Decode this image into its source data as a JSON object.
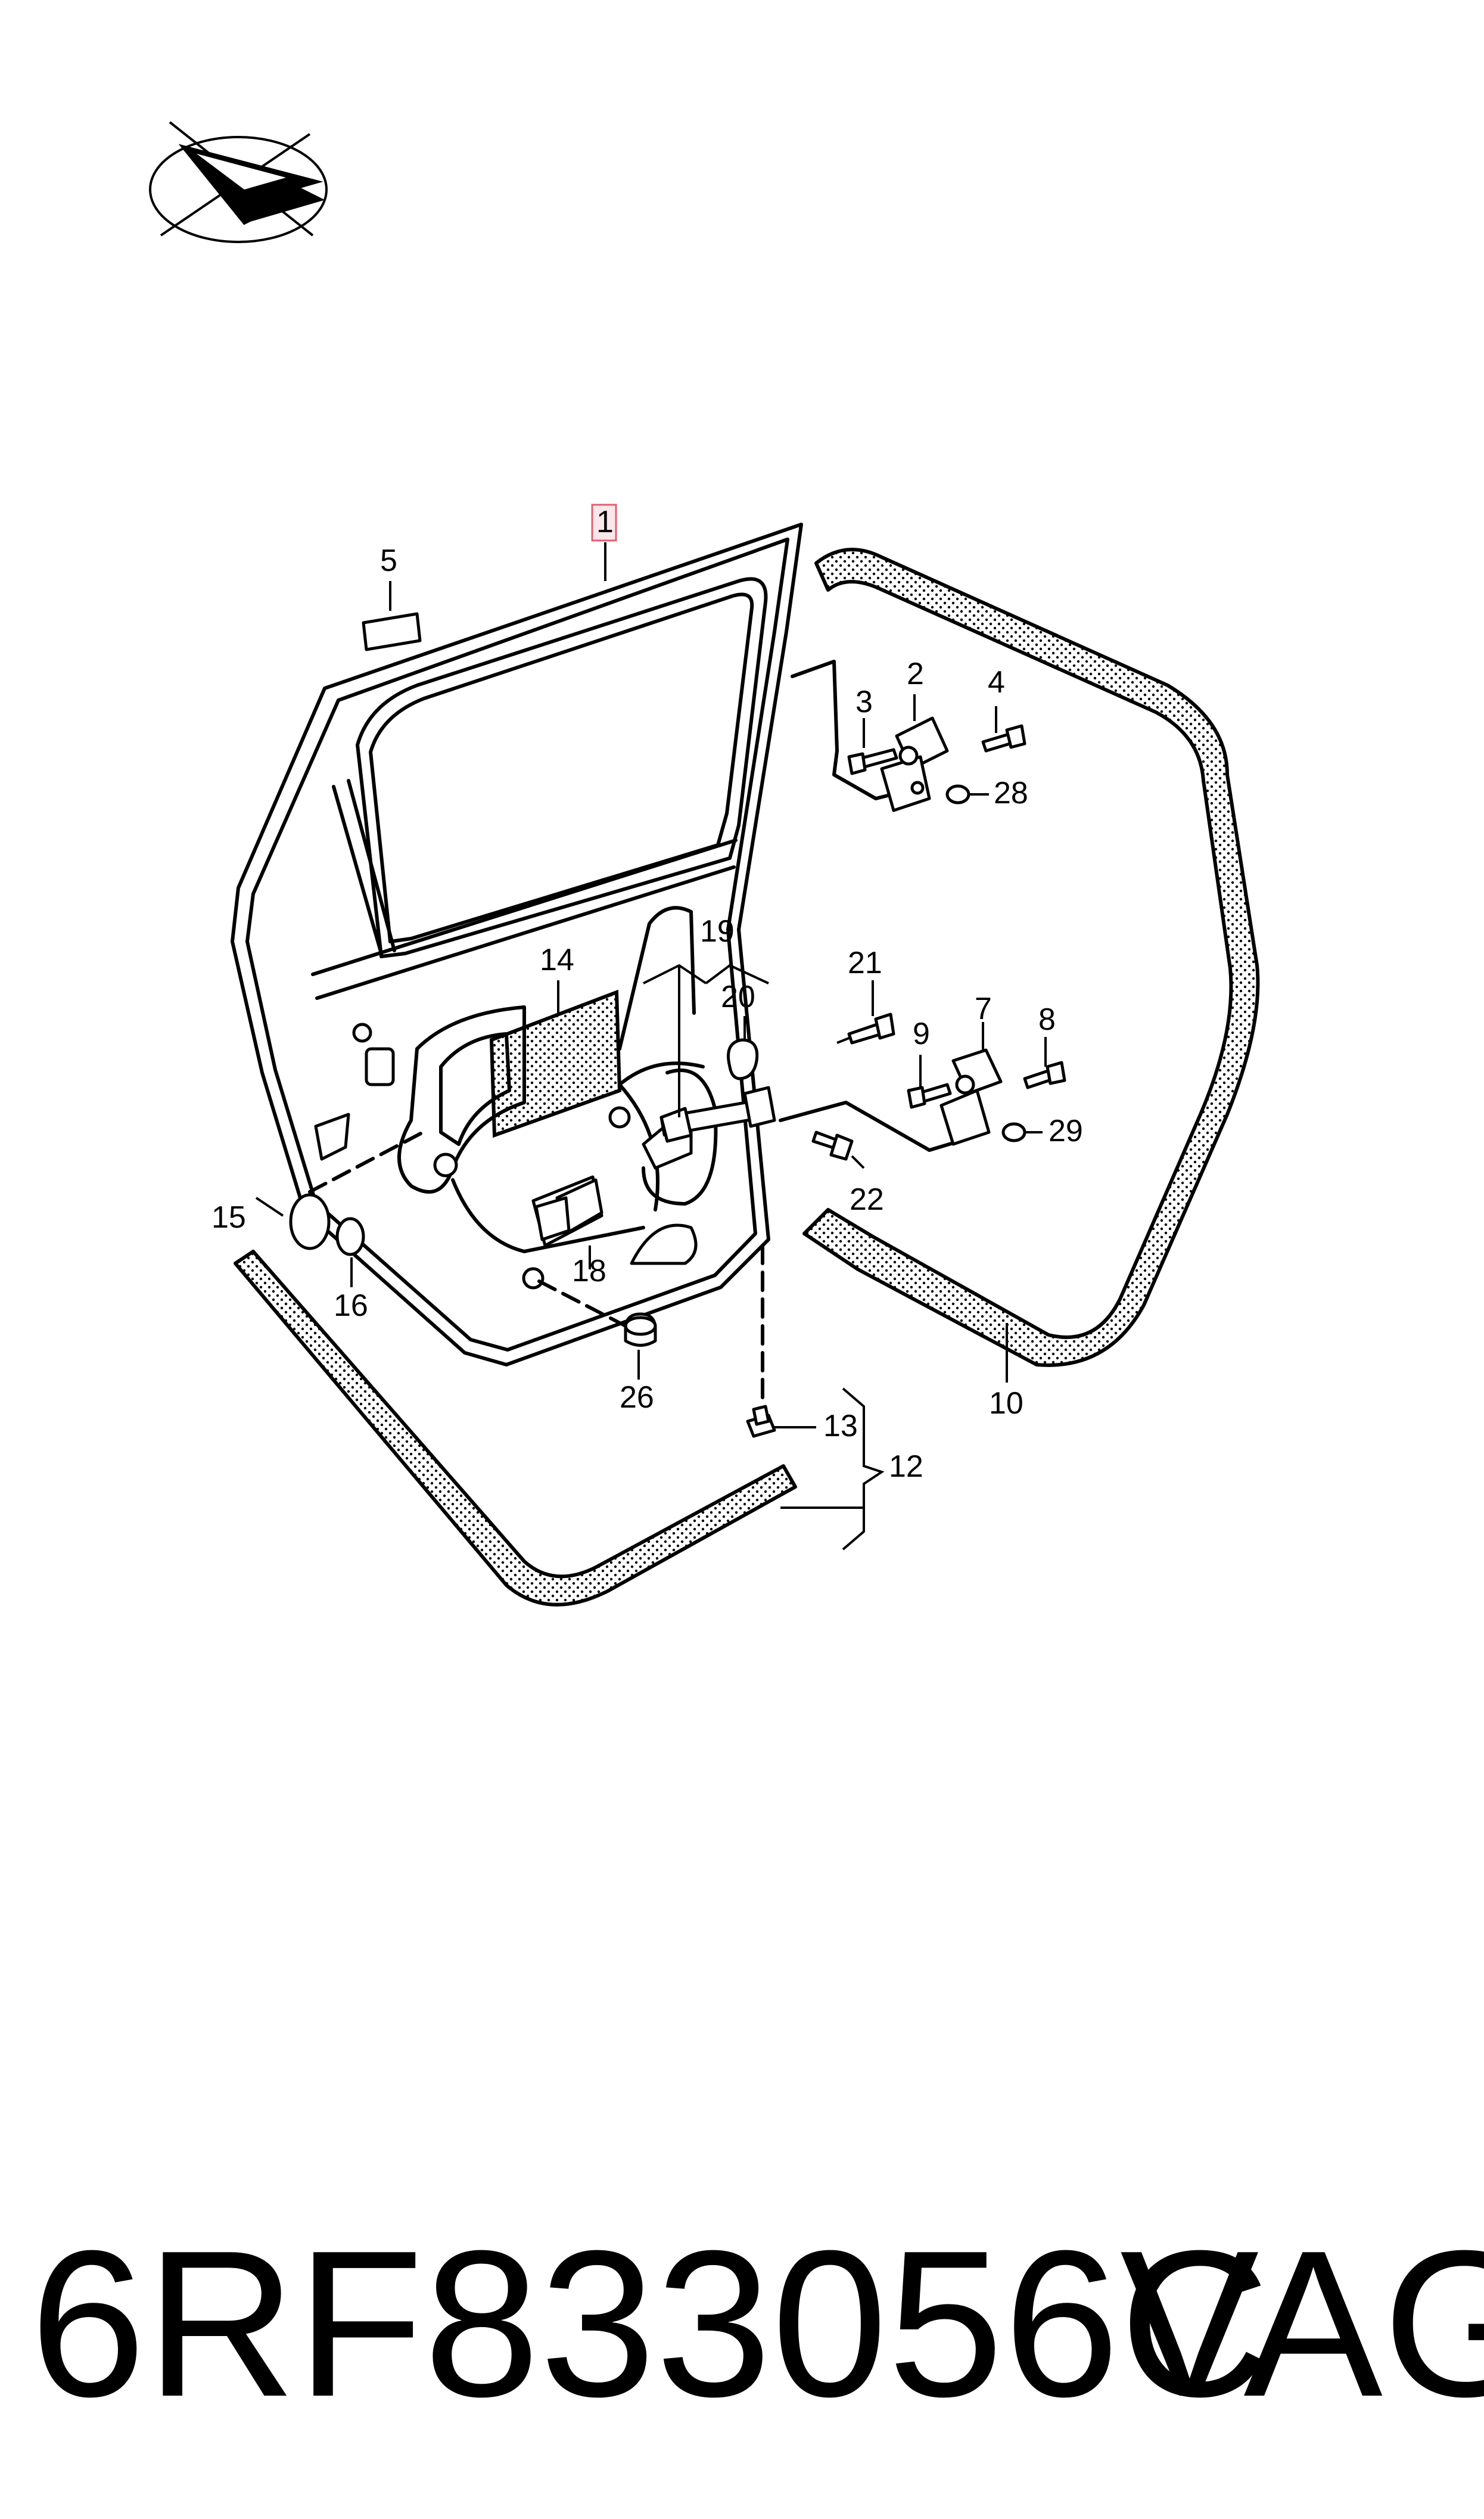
{
  "diagram": {
    "callouts": [
      "1",
      "2",
      "3",
      "4",
      "5",
      "7",
      "8",
      "9",
      "10",
      "12",
      "13",
      "14",
      "15",
      "16",
      "18",
      "19",
      "20",
      "21",
      "22",
      "26",
      "28",
      "29"
    ]
  },
  "footer": {
    "part_number": "6RF833056C",
    "brand": "VAG"
  },
  "icons": [
    "orientation-arrow-icon"
  ],
  "colors": {
    "highlight_box": "#e06070"
  }
}
